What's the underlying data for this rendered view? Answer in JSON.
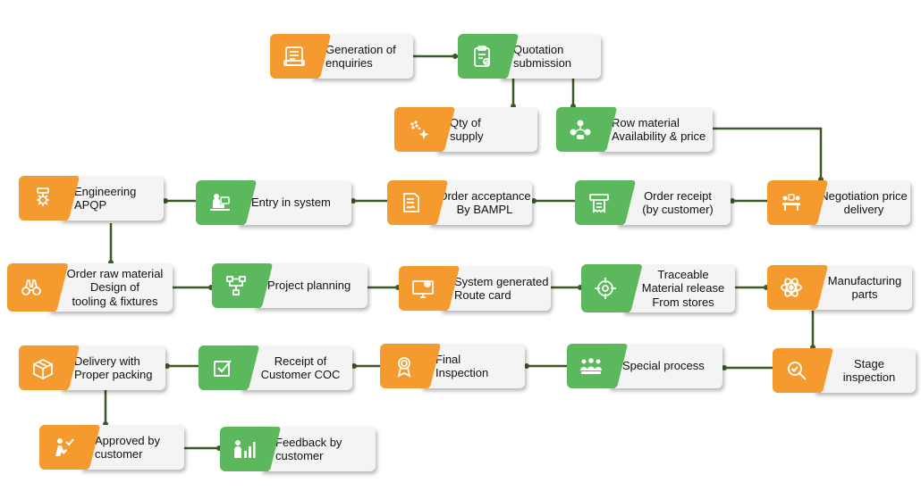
{
  "colors": {
    "orange": "#f59a2e",
    "green": "#5cb85c",
    "connector": "#3d5a26"
  },
  "nodes": {
    "generation_of_enquiries": {
      "label": "Generation of\nenquiries",
      "icon": "document-tablet-icon",
      "color": "orange"
    },
    "quotation_submission": {
      "label": "Quotation\nsubmission",
      "icon": "clipboard-check-icon",
      "color": "green"
    },
    "qty_of_supply": {
      "label": "Qty of\nsupply",
      "icon": "sparkle-dots-icon",
      "color": "orange"
    },
    "row_material": {
      "label": "Row material\nAvailability & price",
      "icon": "people-network-icon",
      "color": "green"
    },
    "negotiation": {
      "label": "Negotiation price\ndelivery",
      "icon": "meeting-table-icon",
      "color": "orange"
    },
    "order_receipt": {
      "label": "Order receipt\n(by customer)",
      "icon": "receipt-printer-icon",
      "color": "green"
    },
    "order_acceptance": {
      "label": "Order acceptance\nBy BAMPL",
      "icon": "signed-document-icon",
      "color": "orange"
    },
    "entry_in_system": {
      "label": "Entry in system",
      "icon": "person-at-desk-icon",
      "color": "green"
    },
    "engineering_apqp": {
      "label": "Engineering\nAPQP",
      "icon": "gear-tools-icon",
      "color": "orange"
    },
    "order_raw_material": {
      "label": "Order raw material\nDesign of\ntooling & fixtures",
      "icon": "binoculars-icon",
      "color": "orange"
    },
    "project_planning": {
      "label": "Project planning",
      "icon": "flowchart-icon",
      "color": "green"
    },
    "system_route_card": {
      "label": "System generated\nRoute card",
      "icon": "monitor-gear-icon",
      "color": "orange"
    },
    "traceable_material": {
      "label": "Traceable\nMaterial release\nFrom stores",
      "icon": "target-crosshair-icon",
      "color": "green"
    },
    "manufacturing_parts": {
      "label": "Manufacturing\nparts",
      "icon": "atom-icon",
      "color": "orange"
    },
    "stage_inspection": {
      "label": "Stage\ninspection",
      "icon": "magnifier-check-icon",
      "color": "orange"
    },
    "special_process": {
      "label": "Special process",
      "icon": "team-icon",
      "color": "green"
    },
    "final_inspection": {
      "label": "Final\nInspection",
      "icon": "certificate-icon",
      "color": "orange"
    },
    "receipt_customer_coc": {
      "label": "Receipt of\nCustomer COC",
      "icon": "checkbox-icon",
      "color": "green"
    },
    "delivery_packing": {
      "label": "Delivery with\nProper packing",
      "icon": "package-box-icon",
      "color": "orange"
    },
    "approved_customer": {
      "label": "Approved by\ncustomer",
      "icon": "person-check-icon",
      "color": "orange"
    },
    "feedback_customer": {
      "label": "Feedback by\ncustomer",
      "icon": "person-chart-icon",
      "color": "green"
    }
  }
}
